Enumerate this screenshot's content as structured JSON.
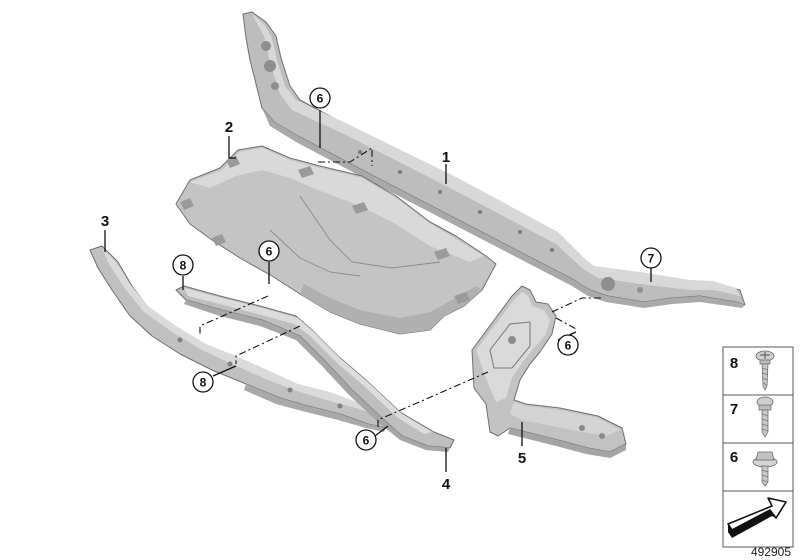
{
  "callouts": {
    "c1": "1",
    "c2": "2",
    "c3": "3",
    "c4": "4",
    "c5": "5",
    "c6a": "6",
    "c6b": "6",
    "c6c": "6",
    "c6d": "6",
    "c7": "7",
    "c8a": "8",
    "c8b": "8"
  },
  "legend": {
    "items": [
      "8",
      "7",
      "6"
    ]
  },
  "diagram_code": "492905",
  "colors": {
    "part_fill": "#c9c9c9",
    "part_shadow": "#a7a7a7",
    "part_highlight": "#e3e3e3",
    "line": "#111111"
  }
}
